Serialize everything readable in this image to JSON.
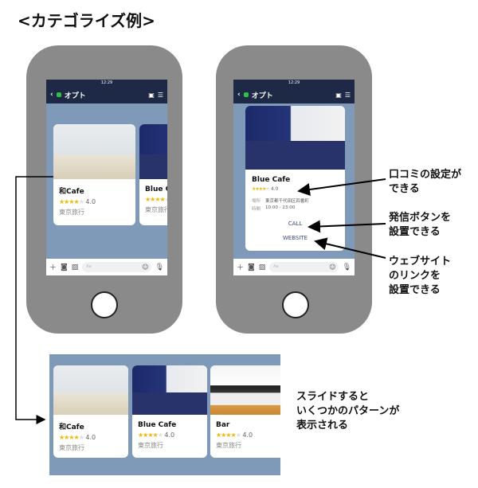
{
  "title": "<カテゴライズ例>",
  "status_time": "12:29",
  "app_header": {
    "name": "オプト"
  },
  "input_placeholder": "Aa",
  "cards": [
    {
      "name": "和Cafe",
      "rating": "4.0",
      "stars": 4,
      "category": "東京旅行"
    },
    {
      "name": "Blue Cafe",
      "rating": "4.0",
      "stars": 4,
      "category": "東京旅行"
    },
    {
      "name": "Bar",
      "rating": "4.0",
      "stars": 4,
      "category": "東京旅行"
    }
  ],
  "detail_card": {
    "name": "Blue Cafe",
    "rating": "4.0",
    "stars": 4,
    "place_label": "場所",
    "place": "東京都千代田区四番町",
    "hours_label": "時間",
    "hours": "10:00 - 23:00",
    "call": "CALL",
    "website": "WEBSITE"
  },
  "annotations": {
    "review": [
      "口コミの設定が",
      "できる"
    ],
    "call": [
      "発信ボタンを",
      "設置できる"
    ],
    "website": [
      "ウェブサイト",
      "のリンクを",
      "設置できる"
    ],
    "slide": [
      "スライドすると",
      "いくつかのパターンが",
      "表示される"
    ]
  },
  "colors": {
    "header": "#1e2a45",
    "chat_bg": "#7f99b8",
    "star": "#f2b705",
    "phone": "#8a8a8a"
  }
}
